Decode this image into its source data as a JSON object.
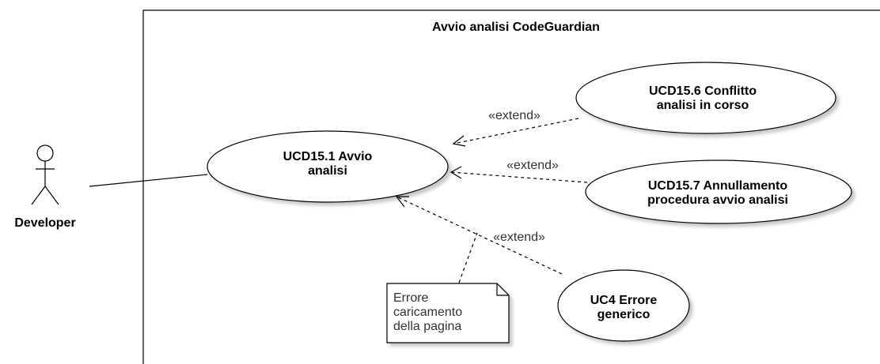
{
  "system_boundary": {
    "title": "Avvio analisi CodeGuardian"
  },
  "actor": {
    "name": "Developer"
  },
  "use_cases": {
    "uc_main": {
      "lines": [
        "UCD15.1 Avvio",
        "analisi"
      ]
    },
    "uc_conflict": {
      "lines": [
        "UCD15.6 Conflitto",
        "analisi in corso"
      ]
    },
    "uc_cancel": {
      "lines": [
        "UCD15.7 Annullamento",
        "procedura avvio analisi"
      ]
    },
    "uc_error": {
      "lines": [
        "UC4 Errore",
        "generico"
      ]
    }
  },
  "relationships": {
    "extend_1": "«extend»",
    "extend_2": "«extend»",
    "extend_3": "«extend»"
  },
  "note": {
    "lines": [
      "Errore",
      "caricamento",
      "della pagina"
    ]
  }
}
